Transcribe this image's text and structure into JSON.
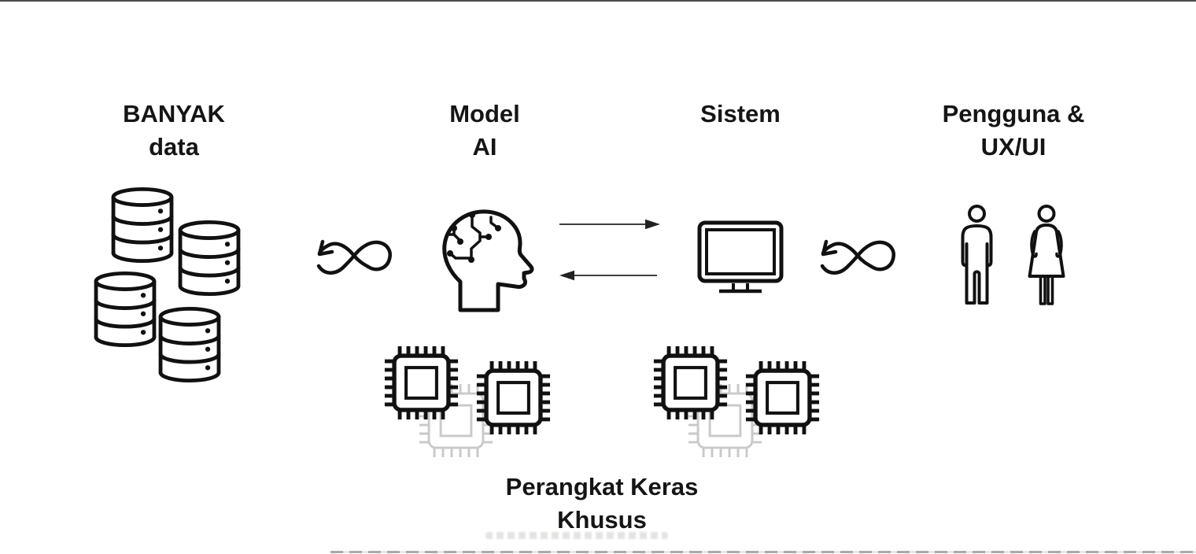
{
  "diagram": {
    "title": "",
    "columns": [
      {
        "id": "banyak-data",
        "label_lines": [
          "BANYAK",
          "data"
        ],
        "icon": "database-cluster-icon"
      },
      {
        "id": "model-ai",
        "label_lines": [
          "Model",
          "AI"
        ],
        "icon": "ai-head-icon"
      },
      {
        "id": "sistem",
        "label_lines": [
          "Sistem"
        ],
        "icon": "monitor-icon"
      },
      {
        "id": "pengguna",
        "label_lines": [
          "Pengguna &",
          "UX/UI"
        ],
        "icon": "people-icon"
      }
    ],
    "hardware": {
      "label_lines": [
        "Perangkat Keras",
        "Khusus"
      ],
      "icon": "chip-cluster-icon"
    },
    "connectors": [
      {
        "type": "infinity-loop-arrow",
        "from": "banyak-data",
        "to": "model-ai"
      },
      {
        "type": "arrow",
        "direction": "right",
        "from": "model-ai",
        "to": "sistem"
      },
      {
        "type": "arrow",
        "direction": "left",
        "from": "sistem",
        "to": "model-ai"
      },
      {
        "type": "infinity-loop-arrow",
        "from": "sistem",
        "to": "pengguna"
      }
    ]
  },
  "colors": {
    "background": "#ffffff",
    "ink": "#111111",
    "ghost_chip": "#c9c9c9"
  }
}
